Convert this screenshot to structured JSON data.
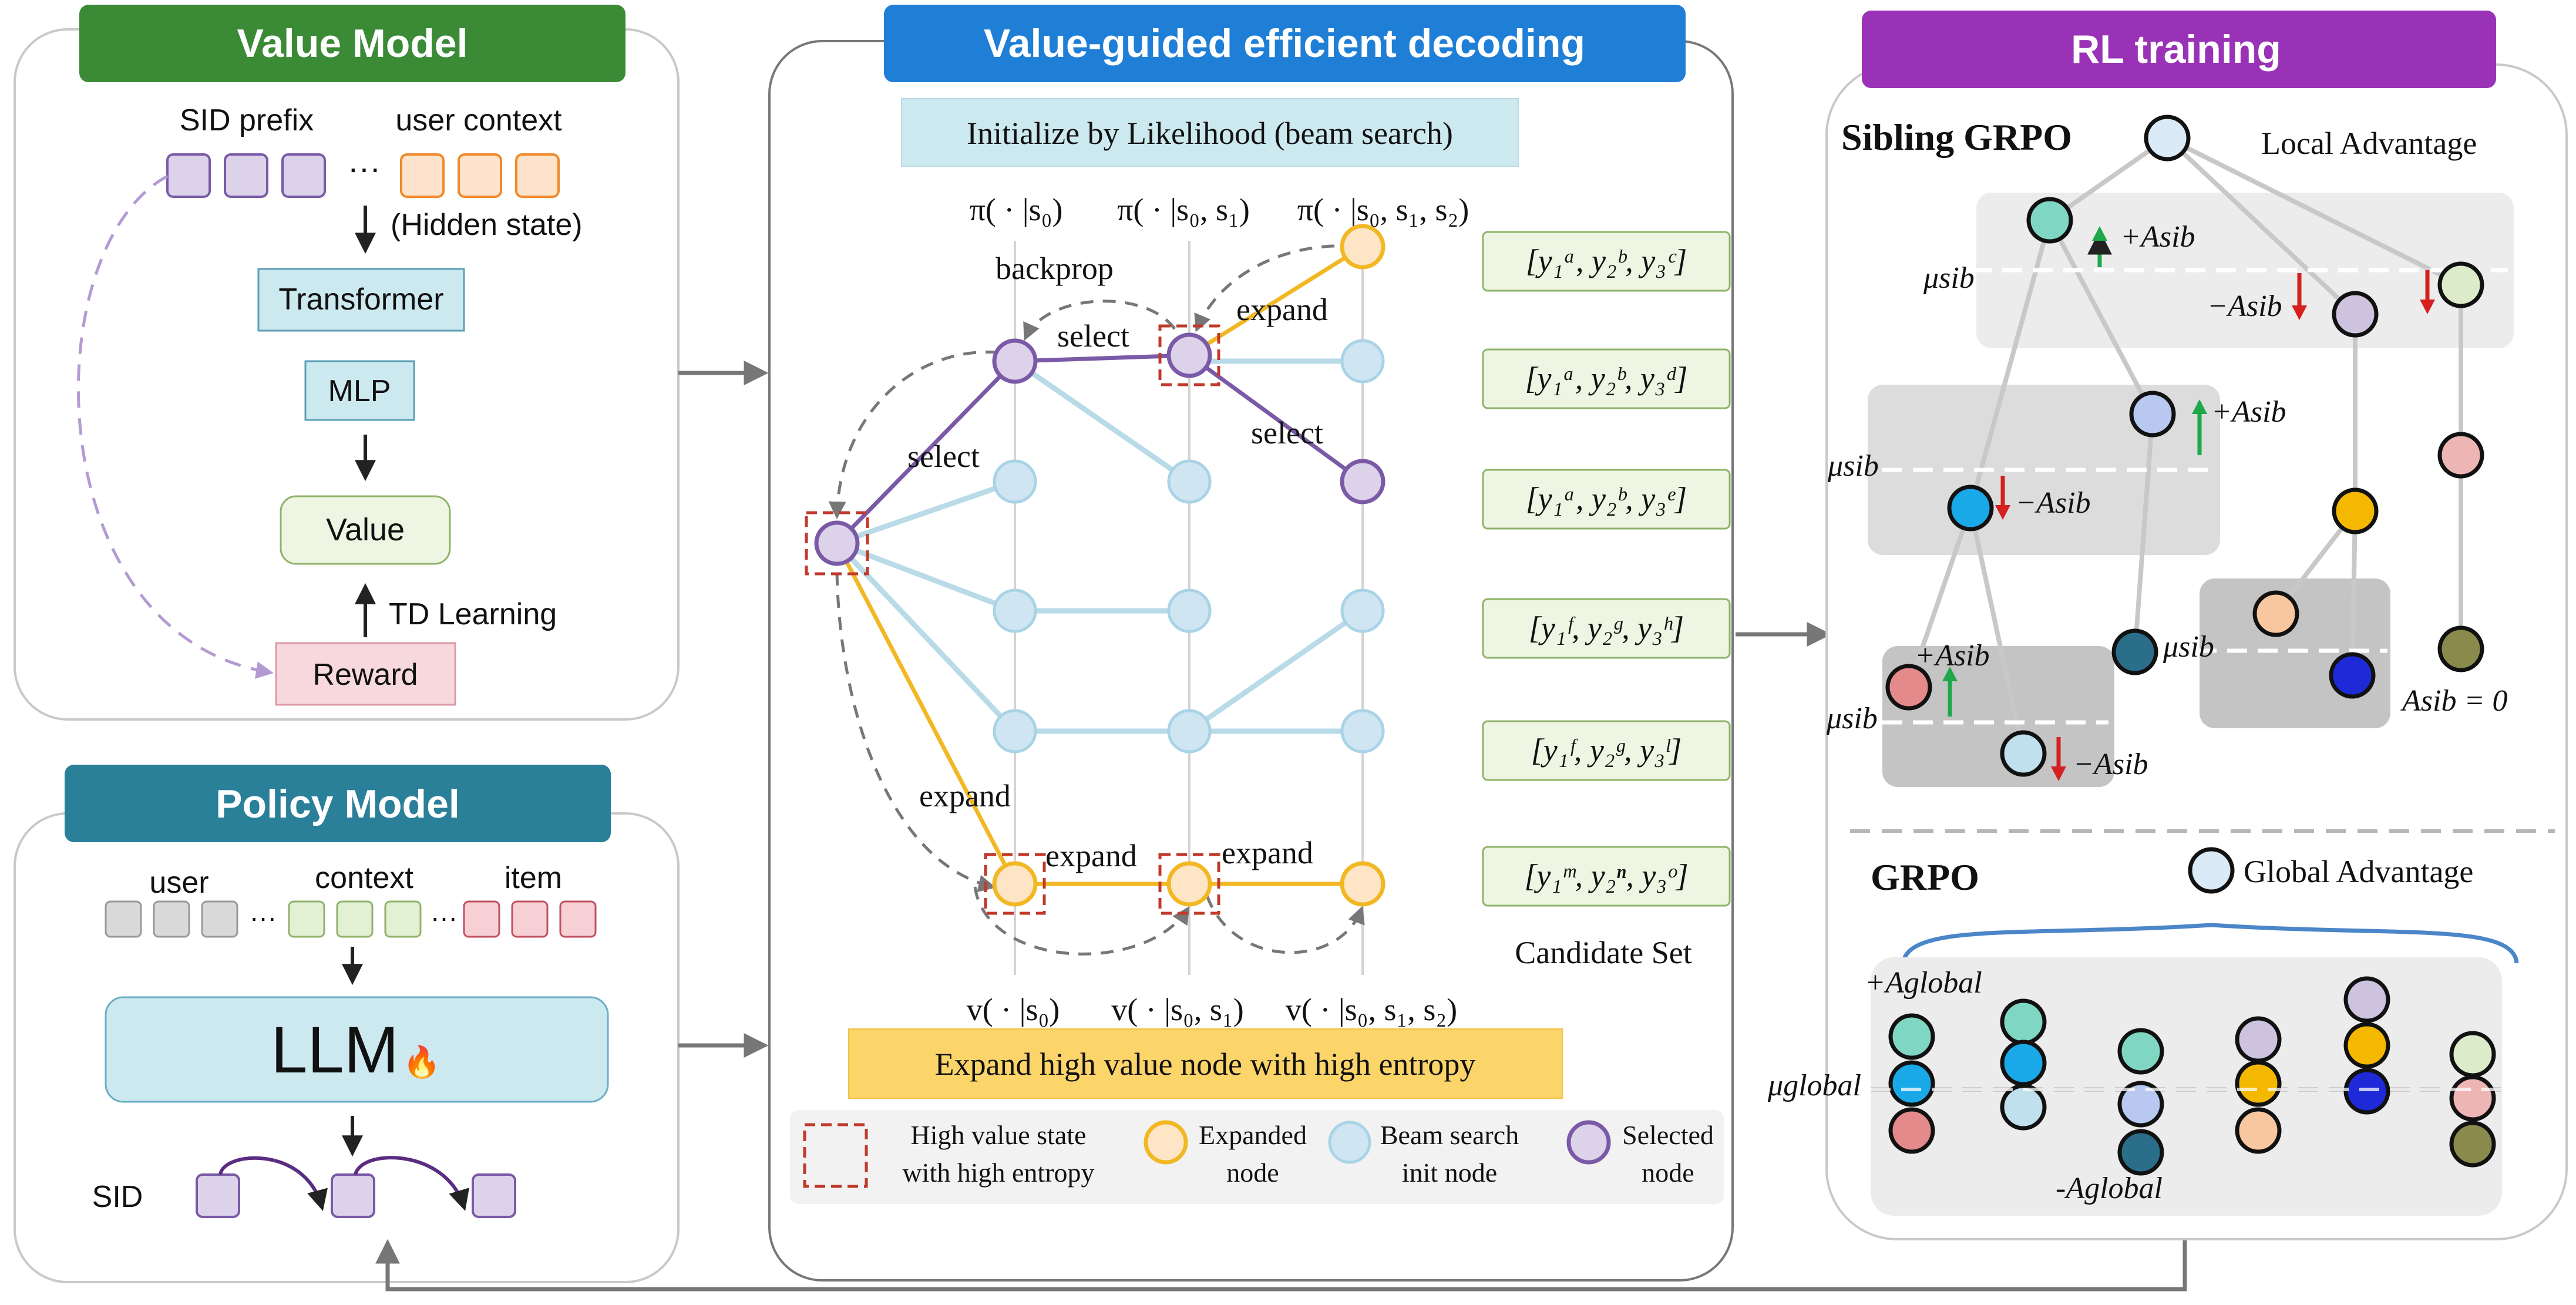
{
  "value_model": {
    "title": "Value Model",
    "sid_prefix_label": "SID prefix",
    "user_context_label": "user context",
    "ellipsis": "···",
    "hidden_state_label": "(Hidden state)",
    "transformer_label": "Transformer",
    "mlp_label": "MLP",
    "value_label": "Value",
    "td_learning_label": "TD Learning",
    "reward_label": "Reward"
  },
  "policy_model": {
    "title": "Policy Model",
    "user_label": "user",
    "context_label": "context",
    "item_label": "item",
    "ellipsis": "···",
    "llm_label": "LLM",
    "fire_glyph": "🔥",
    "sid_label": "SID"
  },
  "decoding": {
    "title": "Value-guided efficient decoding",
    "init_banner": "Initialize by Likelihood (beam search)",
    "policy_labels": [
      "π( · |s₀)",
      "π( · |s₀, s₁)",
      "π( · |s₀, s₁, s₂)"
    ],
    "value_labels": [
      "v( · |s₀)",
      "v( · |s₀, s₁)",
      "v( · |s₀, s₁, s₂)"
    ],
    "edge_labels": {
      "backprop": "backprop",
      "select_top": "select",
      "expand_top": "expand",
      "select_right": "select",
      "select_left": "select",
      "expand_left": "expand",
      "expand_bottom_1": "expand",
      "expand_bottom_2": "expand"
    },
    "candidates": [
      "[y₁ᵃ, y₂ᵇ, y₃ᶜ]",
      "[y₁ᵃ, y₂ᵇ, y₃ᵈ]",
      "[y₁ᵃ, y₂ᵇ, y₃ᵉ]",
      "[y₁ᶠ, y₂ᵍ, y₃ʰ]",
      "[y₁ᶠ, y₂ᵍ, y₃ˡ]",
      "[y₁ᵐ, y₂ⁿ, y₃ᵒ]"
    ],
    "candidate_set_label": "Candidate Set",
    "expand_banner": "Expand high value node with high entropy",
    "legend": {
      "high_value_1": "High value state",
      "high_value_2": "with high entropy",
      "expanded_1": "Expanded",
      "expanded_2": "node",
      "beam_1": "Beam search",
      "beam_2": "init node",
      "selected_1": "Selected",
      "selected_2": "node"
    }
  },
  "rl_training": {
    "title": "RL training",
    "sibling_grpo_label": "Sibling GRPO",
    "local_advantage_label": "Local Advantage",
    "mu_sib": "μsib",
    "plus_a_sib": "+Asib",
    "minus_a_sib": "−Asib",
    "a_sib_zero": "Asib = 0",
    "grpo_label": "GRPO",
    "global_advantage_label": "Global Advantage",
    "plus_a_global": "+Aglobal",
    "minus_a_global": "-Aglobal",
    "mu_global": "μglobal"
  },
  "colors": {
    "value_header": "#3a8a36",
    "policy_header": "#2a7f99",
    "decoding_header": "#1f7fd6",
    "rl_header": "#9932b6",
    "purple_node": "#7a5aa6",
    "orange_node": "#f2b824",
    "beam_node": "#cfe6f2",
    "light_blue_box": "#cde9f0",
    "light_green_box": "#eef5e2",
    "reward_box": "#f6d8dd",
    "expand_banner": "#fbd46a"
  }
}
